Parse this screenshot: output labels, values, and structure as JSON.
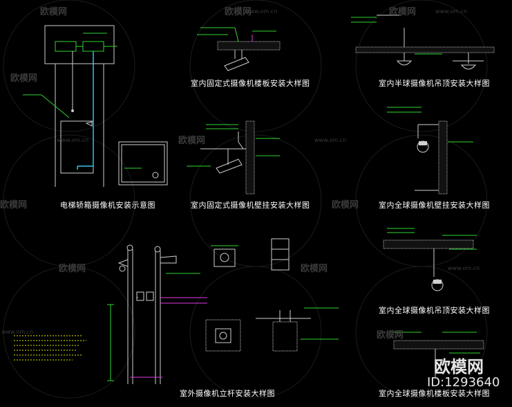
{
  "watermark": {
    "brand": "欧模网",
    "url": "www.om.cn"
  },
  "badge": {
    "brand": "欧模网",
    "id": "ID:1293640"
  },
  "panels": {
    "elevator": {
      "title": "电梯轿箱摄像机安装示意图"
    },
    "fixed_floor": {
      "title": "室内固定式摄像机楼板安装大样图"
    },
    "fixed_wall": {
      "title": "室内固定式摄像机壁挂安装大样图"
    },
    "half_dome_ceiling": {
      "title": "室内半球摄像机吊顶安装大样图"
    },
    "dome_wall": {
      "title": "室内全球摄像机壁挂安装大样图"
    },
    "dome_ceiling": {
      "title": "室内全球摄像机吊顶安装大样图"
    },
    "dome_floor": {
      "title": "室内全球摄像机楼板安装大样图"
    },
    "outdoor_pole": {
      "title": "室外摄像机立杆安装大样图"
    }
  }
}
